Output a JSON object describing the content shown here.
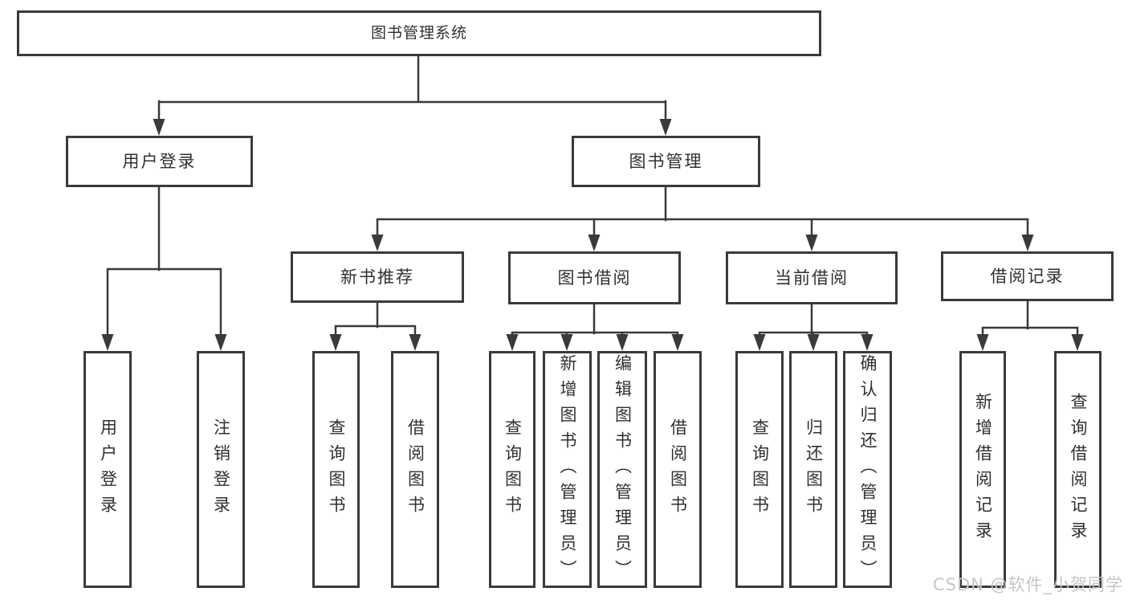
{
  "colors": {
    "line": "#3a3a3a",
    "border": "#3a3a3a",
    "text": "#303030",
    "watermark": "#c6c6c6",
    "background": "#ffffff"
  },
  "nodes": {
    "root": "图书管理系统",
    "level2": [
      "用户登录",
      "图书管理"
    ],
    "level3": [
      "新书推荐",
      "图书借阅",
      "当前借阅",
      "借阅记录"
    ],
    "leaves": [
      "用户登录",
      "注销登录",
      "查询图书",
      "借阅图书",
      "查询图书",
      "新增图书（管理员）",
      "编辑图书（管理员）",
      "借阅图书",
      "查询图书",
      "归还图书",
      "确认归还（管理员）",
      "新增借阅记录",
      "查询借阅记录"
    ]
  },
  "watermark": "CSDN @软件_小贺同学"
}
